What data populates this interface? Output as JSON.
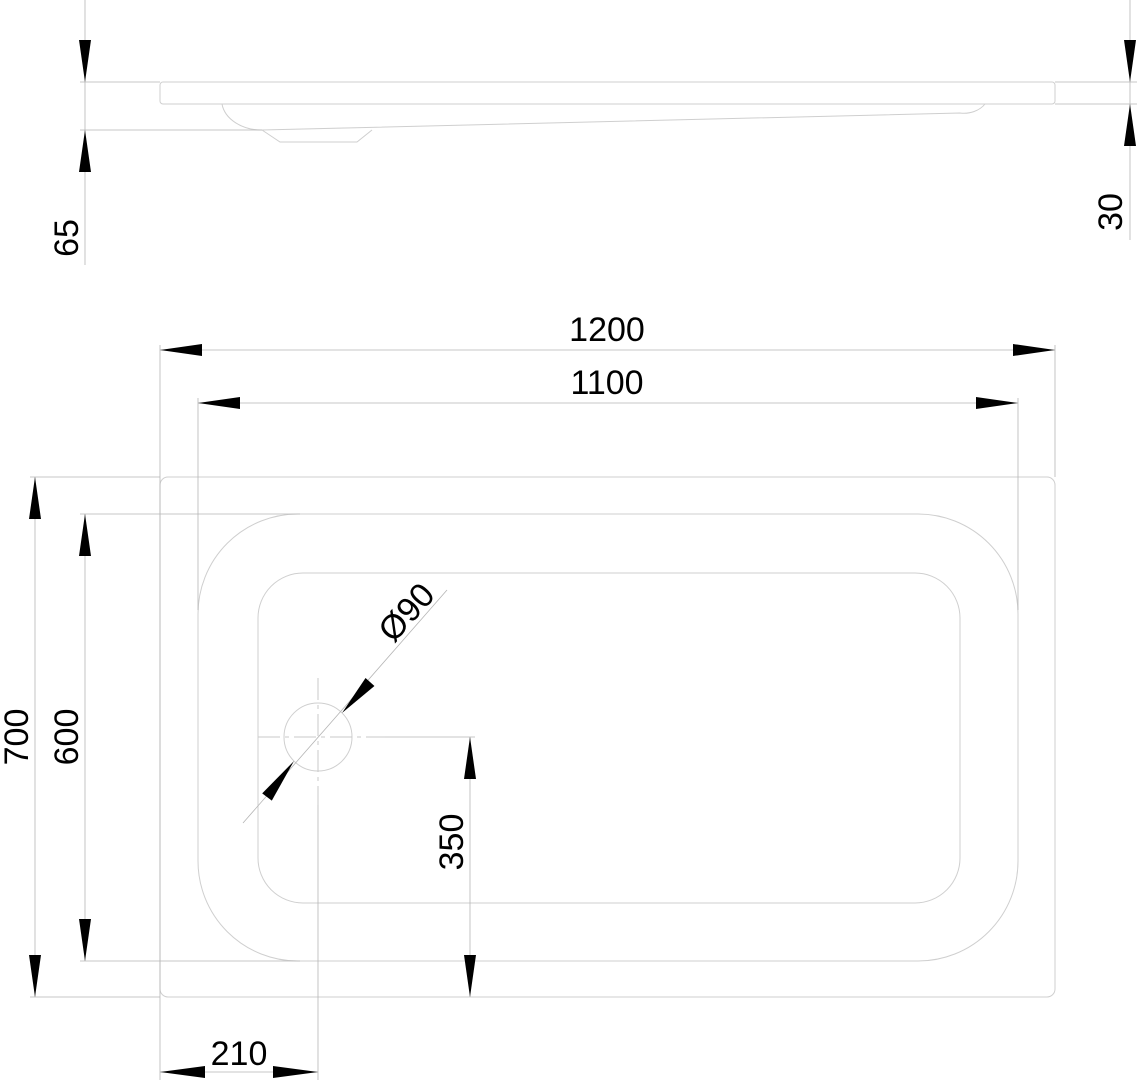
{
  "drawing": {
    "side_view": {
      "height_total": "65",
      "rim_height": "30"
    },
    "plan_view": {
      "overall_length": "1200",
      "inner_length": "1100",
      "overall_width": "700",
      "inner_width": "600",
      "drain_diameter": "Ø90",
      "drain_offset_y": "350",
      "drain_offset_x": "210"
    }
  }
}
